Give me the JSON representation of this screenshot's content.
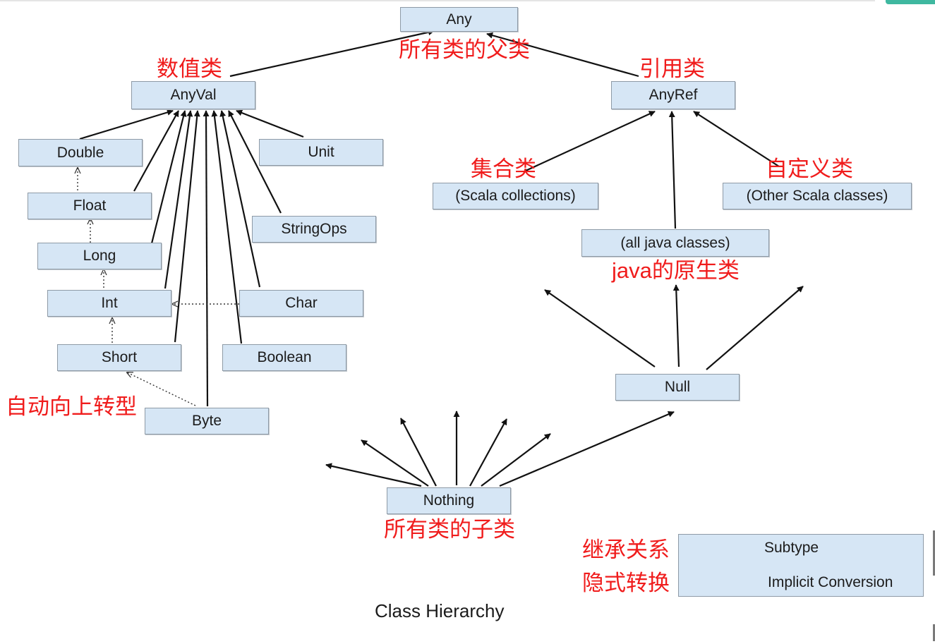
{
  "classes": {
    "any": "Any",
    "anyval": "AnyVal",
    "anyref": "AnyRef",
    "double": "Double",
    "float": "Float",
    "long": "Long",
    "int": "Int",
    "short": "Short",
    "byte": "Byte",
    "unit": "Unit",
    "stringops": "StringOps",
    "char": "Char",
    "boolean": "Boolean",
    "scala_collections": "(Scala collections)",
    "other_scala_classes": "(Other Scala classes)",
    "all_java_classes": "(all java classes)",
    "null": "Null",
    "nothing": "Nothing"
  },
  "annotations": {
    "any": "所有类的父类",
    "anyval": "数值类",
    "anyref": "引用类",
    "collections": "集合类",
    "custom": "自定义类",
    "java": "java的原生类",
    "conversion": "自动向上转型",
    "nothing": "所有类的子类",
    "subtype": "继承关系",
    "implicit": "隐式转换"
  },
  "legend": {
    "subtype": "Subtype",
    "implicit": "Implicit Conversion"
  },
  "caption": "Class Hierarchy",
  "colors": {
    "box_fill": "#d6e6f5",
    "box_border": "#8e9aa6",
    "annotation": "#f01c1c",
    "arrow": "#111111"
  }
}
